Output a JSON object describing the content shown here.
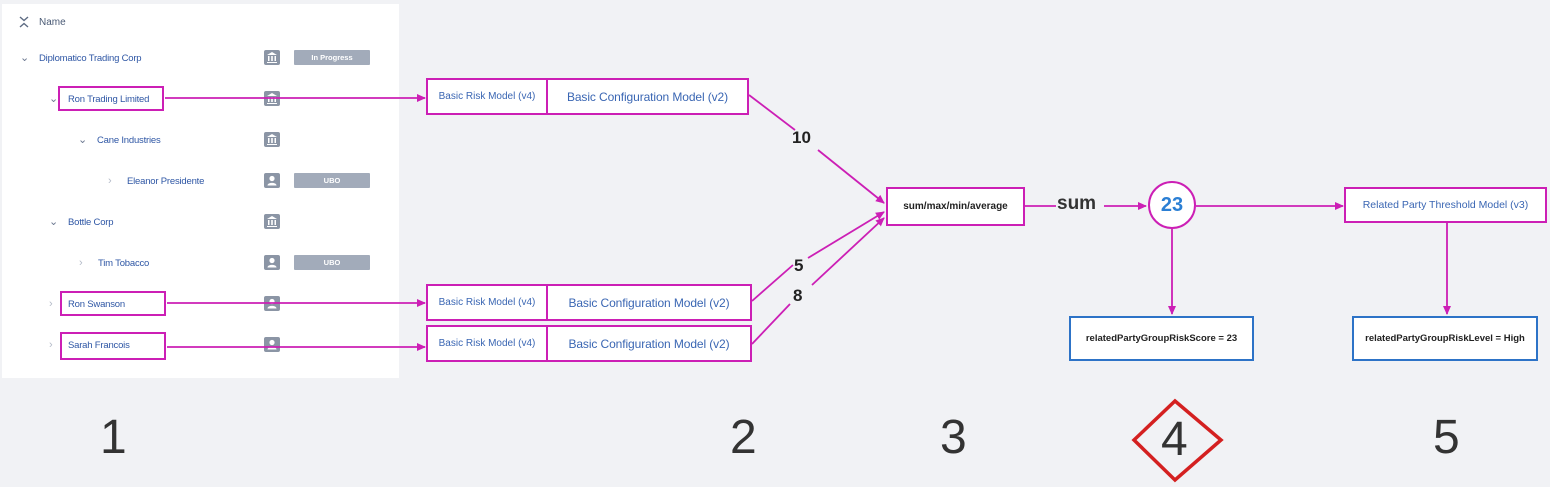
{
  "tree": {
    "header": {
      "label": "Name",
      "collapse_icon": "collapse-all-icon"
    },
    "nodes": [
      {
        "label": "Diplomatico Trading Corp",
        "icon": "institution-icon",
        "badge": "In Progress",
        "expander": "expanded"
      },
      {
        "label": "Ron Trading Limited",
        "icon": "institution-icon",
        "badge": "",
        "expander": "expanded"
      },
      {
        "label": "Cane Industries",
        "icon": "institution-icon",
        "badge": "",
        "expander": "expanded"
      },
      {
        "label": "Eleanor Presidente",
        "icon": "person-icon",
        "badge": "UBO",
        "expander": "collapsed"
      },
      {
        "label": "Bottle Corp",
        "icon": "institution-icon",
        "badge": "",
        "expander": "expanded"
      },
      {
        "label": "Tim Tobacco",
        "icon": "person-icon",
        "badge": "UBO",
        "expander": "collapsed"
      },
      {
        "label": "Ron Swanson",
        "icon": "person-icon",
        "badge": "",
        "expander": "collapsed"
      },
      {
        "label": "Sarah Francois",
        "icon": "person-icon",
        "badge": "",
        "expander": "collapsed"
      }
    ]
  },
  "risk_models": [
    {
      "risk": "Basic Risk Model (v4)",
      "config": "Basic Configuration Model (v2)",
      "weight": "10"
    },
    {
      "risk": "Basic Risk Model (v4)",
      "config": "Basic Configuration Model (v2)",
      "weight": "5"
    },
    {
      "risk": "Basic Risk Model (v4)",
      "config": "Basic Configuration Model (v2)",
      "weight": "8"
    }
  ],
  "aggregator": {
    "label": "sum/max/min/average",
    "selected": "sum"
  },
  "score": {
    "value": "23",
    "result": "relatedPartyGroupRiskScore = 23"
  },
  "threshold": {
    "model": "Related Party Threshold Model (v3)",
    "result": "relatedPartyGroupRiskLevel = High"
  },
  "stages": [
    "1",
    "2",
    "3",
    "4",
    "5"
  ],
  "colors": {
    "connector": "#cc1fb5",
    "result_border": "#2d73c7",
    "stage_highlight": "#d42020",
    "link_text": "#2f57a5"
  }
}
